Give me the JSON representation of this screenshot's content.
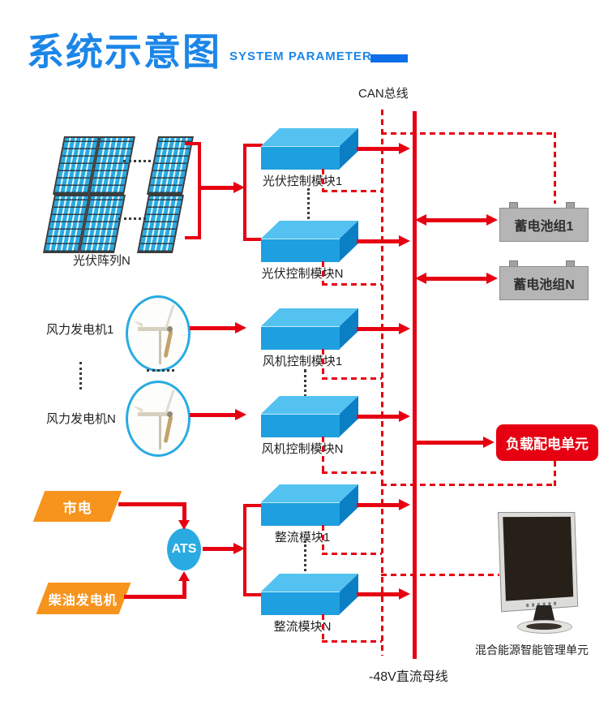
{
  "title": {
    "cn": "系统示意图",
    "en": "SYSTEM PARAMETER"
  },
  "buses": {
    "can_label": "CAN总线",
    "dc_label": "-48V直流母线"
  },
  "solar": {
    "array_label": "光伏阵列N"
  },
  "wind": {
    "turbine1_label": "风力发电机1",
    "turbineN_label": "风力发电机N"
  },
  "sources": {
    "mains": "市电",
    "diesel": "柴油发电机",
    "ats": "ATS"
  },
  "modules": {
    "pv1": "光伏控制模块1",
    "pvN": "光伏控制模块N",
    "wind1": "风机控制模块1",
    "windN": "风机控制模块N",
    "rect1": "整流模块1",
    "rectN": "整流模块N"
  },
  "batteries": {
    "b1": "蓄电池组1",
    "bN": "蓄电池组N"
  },
  "load": {
    "label": "负载配电单元"
  },
  "monitor": {
    "label": "混合能源智能管理单元"
  },
  "colors": {
    "accent_blue": "#1c86e8",
    "module_blue": "#29abe2",
    "line_red": "#e60012",
    "source_orange": "#f7941d",
    "battery_gray": "#b5b5b5"
  }
}
